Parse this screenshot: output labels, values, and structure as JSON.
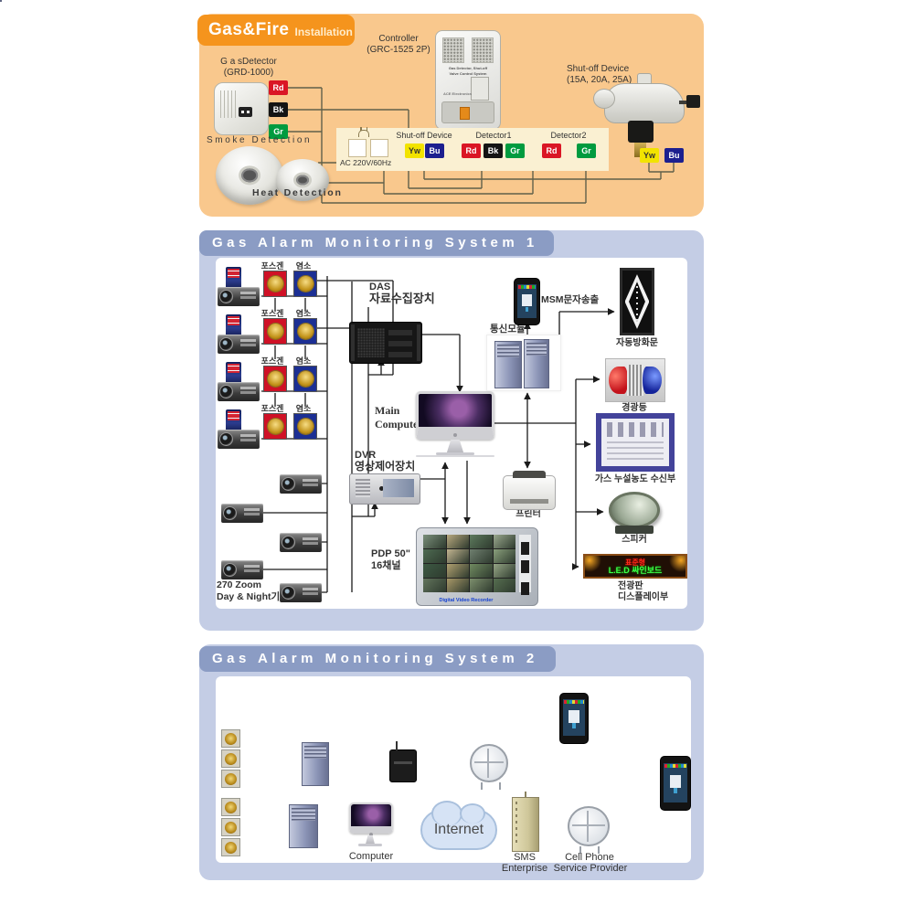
{
  "panel1": {
    "title_main": "Gas&Fire",
    "title_sub": "Installation",
    "gas_detector_label": "G a sDetector",
    "gas_detector_model": "(GRD-1000)",
    "smoke_detection": "Smoke Detection",
    "heat_detection": "Heat Detection",
    "controller_label": "Controller",
    "controller_model": "(GRC-1525 2P)",
    "controller_face_line1": "Gas Detector, Shut-off",
    "controller_face_line2": "Valve Control System",
    "controller_brand": "ACE Electronics",
    "shutoff_label": "Shut-off Device",
    "shutoff_sizes": "(15A, 20A, 25A)",
    "ac_label": "AC 220V/60Hz",
    "strip_shutoff": "Shut-off Device",
    "strip_detector1": "Detector1",
    "strip_detector2": "Detector2",
    "terminals": {
      "rd": "Rd",
      "bk": "Bk",
      "gr": "Gr",
      "yw": "Yw",
      "bu": "Bu"
    }
  },
  "panel2": {
    "title": "Gas Alarm Monitoring System 1",
    "labels": {
      "phosgene": "포스겐",
      "chlorine": "염소",
      "das1": "DAS",
      "das2": "자료수집장치",
      "main1": "Main",
      "main2": "Computer",
      "dvr1": "DVR",
      "dvr2": "영상제어장치",
      "pdp1": "PDP 50\"",
      "pdp2": "16채널",
      "pdp_caption": "Digital Video Recorder",
      "comm_module": "통신모듈",
      "msm": "MSM문자송출",
      "fire_door": "자동방화문",
      "beacon": "경광등",
      "receiver": "가스 누설농도 수신부",
      "speaker": "스피커",
      "led_board1": "전광판",
      "led_board2": "디스플레이부",
      "led_text_red": "표준형",
      "led_text_green": "L.E.D 싸인보드",
      "printer": "프린터",
      "zoom1": "270 Zoom",
      "zoom2": "Day & Night기능"
    }
  },
  "panel3": {
    "title": "Gas Alarm Monitoring System 2",
    "labels": {
      "computer": "Computer",
      "internet": "Internet",
      "sms1": "SMS",
      "sms2": "Enterprise",
      "cell1": "Cell Phone",
      "cell2": "Service Provider"
    }
  },
  "colors": {
    "orange_panel": "#F9C88D",
    "badge_orange": "#F5941D",
    "strip_cream": "#FAF0D2",
    "lavender_panel": "#C4CDE5",
    "header_bar": "#8B9CC4",
    "terminal_red": "#DA1625",
    "terminal_black": "#141414",
    "terminal_green": "#009B3F",
    "terminal_yellow": "#F2E300",
    "terminal_blue": "#1C1F8F",
    "wire_dark": "#60604A",
    "diagram_arrow": "#1A1A1A",
    "gray_link": "#A8A8A8",
    "arrow_blue": "#7E99D0"
  }
}
